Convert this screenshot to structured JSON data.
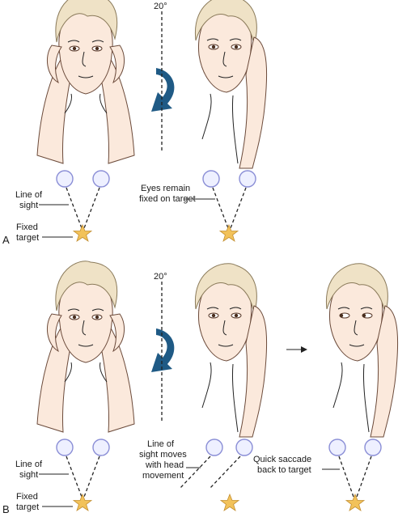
{
  "panel_a": {
    "panel_label": "A",
    "angle_label": "20°",
    "line_of_sight_label": [
      "Line of",
      "sight"
    ],
    "fixed_target_label": [
      "Fixed",
      "target"
    ],
    "eyes_fixed_label": [
      "Eyes remain",
      "fixed on target"
    ]
  },
  "panel_b": {
    "panel_label": "B",
    "angle_label": "20°",
    "line_of_sight_label": [
      "Line of",
      "sight"
    ],
    "fixed_target_label": [
      "Fixed",
      "target"
    ],
    "moves_label": [
      "Line of",
      "sight moves",
      "with head",
      "movement"
    ],
    "saccade_label": [
      "Quick saccade",
      "back to target"
    ]
  },
  "colors": {
    "rotation_arrow": "#1f5a85",
    "star": "#f2c25a",
    "eye": "#eef0ff",
    "eye_outline": "#8a8ed6"
  }
}
